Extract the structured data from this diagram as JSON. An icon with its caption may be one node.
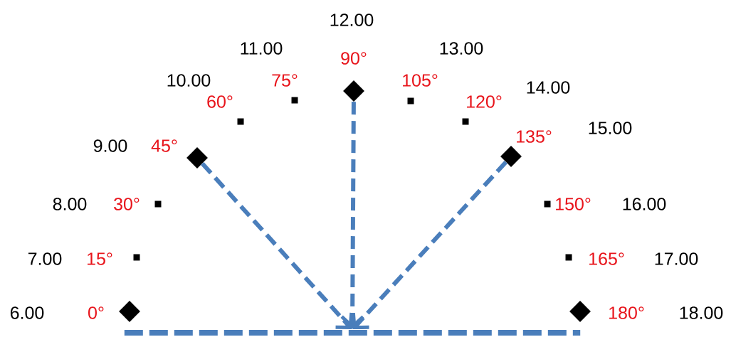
{
  "diagram": {
    "nodes": [
      {
        "text": [],
        "shape": "diamond",
        "beside": [
          "0°",
          "6.00"
        ]
      },
      {
        "text": [],
        "shape": "box",
        "beside": [
          "15°",
          "7.00"
        ]
      },
      {
        "text": [],
        "shape": "box",
        "beside": [
          "30°",
          "8.00"
        ]
      },
      {
        "text": [],
        "shape": "diamond",
        "beside": [
          "45°",
          "9.00"
        ]
      },
      {
        "text": [],
        "shape": "box",
        "beside": [
          "60°",
          "10.00"
        ]
      },
      {
        "text": [],
        "shape": "box",
        "beside": [
          "75°",
          "11.00"
        ]
      },
      {
        "text": [],
        "shape": "diamond",
        "beside": [
          "90°",
          "12.00"
        ]
      },
      {
        "text": [],
        "shape": "box",
        "beside": [
          "105°",
          "13.00"
        ]
      },
      {
        "text": [],
        "shape": "box",
        "beside": [
          "120°",
          "14.00"
        ]
      },
      {
        "text": [],
        "shape": "diamond",
        "beside": [
          "135°",
          "15.00"
        ]
      },
      {
        "text": [],
        "shape": "box",
        "beside": [
          "150°",
          "16.00"
        ]
      },
      {
        "text": [],
        "shape": "box",
        "beside": [
          "165°",
          "17.00"
        ]
      },
      {
        "text": [],
        "shape": "diamond",
        "beside": [
          "180°",
          "18.00"
        ]
      },
      {
        "text": [],
        "shape": "line"
      }
    ],
    "edges": [
      {
        "from": 3,
        "to": 13,
        "arrow": "to",
        "style": "dashed"
      },
      {
        "from": 6,
        "to": 13,
        "arrow": "to",
        "style": "dashed"
      },
      {
        "from": 9,
        "to": 13,
        "arrow": "to",
        "style": "dashed"
      }
    ]
  }
}
